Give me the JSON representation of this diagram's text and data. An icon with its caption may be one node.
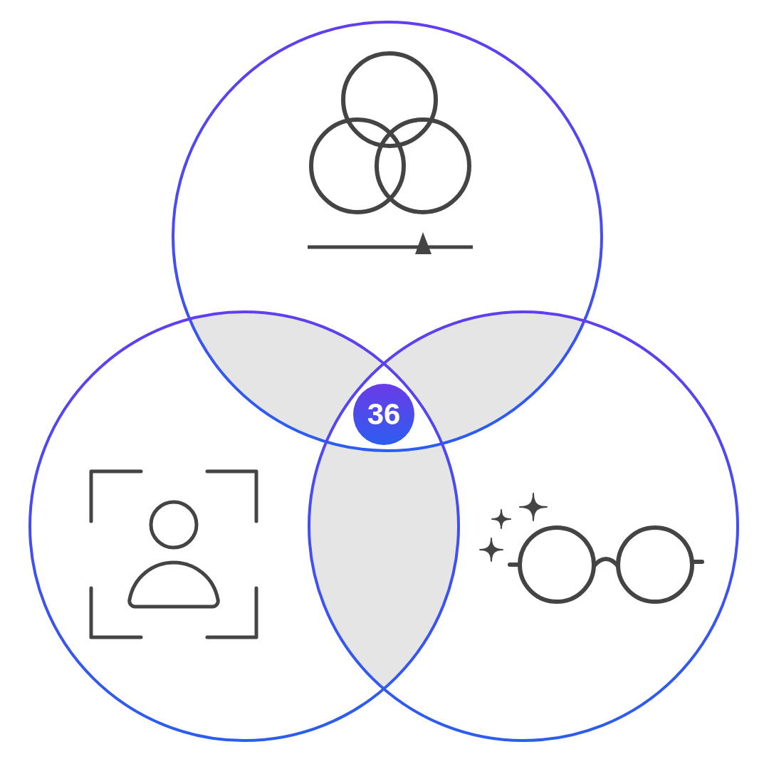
{
  "diagram": {
    "nodes": [
      {
        "text": [],
        "shape": "circle"
      },
      {
        "text": [],
        "shape": "circle"
      },
      {
        "text": [],
        "shape": "circle"
      },
      {
        "text": [
          "36"
        ]
      }
    ]
  }
}
